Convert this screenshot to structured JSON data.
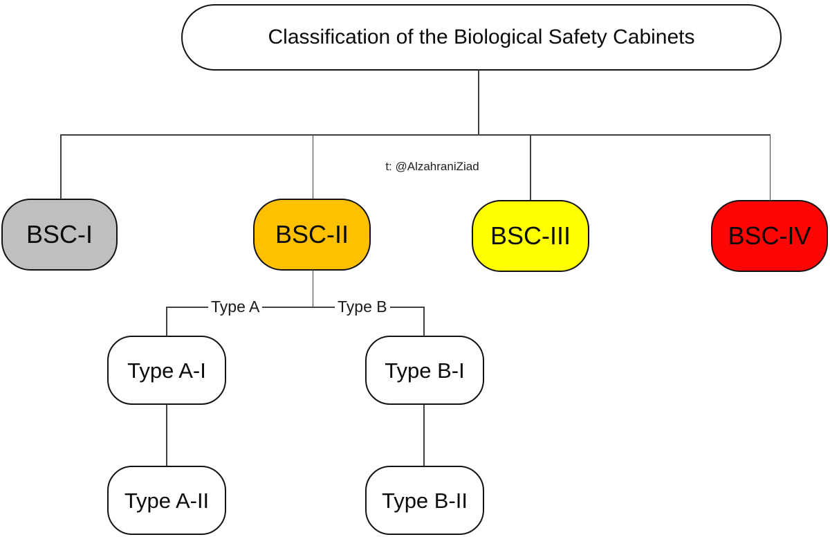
{
  "title": {
    "text": "Classification of the Biological Safety Cabinets"
  },
  "watermark": "t: @AlzahraniZiad",
  "nodes": {
    "bsc1": {
      "label": "BSC-I",
      "fill": "#bfbfbf"
    },
    "bsc2": {
      "label": "BSC-II",
      "fill": "#ffc000"
    },
    "bsc3": {
      "label": "BSC-III",
      "fill": "#ffff00"
    },
    "bsc4": {
      "label": "BSC-IV",
      "fill": "#fb0505"
    },
    "typeA1": {
      "label": "Type A-I",
      "fill": "#ffffff"
    },
    "typeA2": {
      "label": "Type A-II",
      "fill": "#ffffff"
    },
    "typeB1": {
      "label": "Type B-I",
      "fill": "#ffffff"
    },
    "typeB2": {
      "label": "Type B-II",
      "fill": "#ffffff"
    }
  },
  "branch_labels": {
    "a": "Type A",
    "b": "Type B"
  },
  "colors": {
    "line": "#3f3f3f",
    "border": "#111111",
    "background": "#ffffff"
  }
}
